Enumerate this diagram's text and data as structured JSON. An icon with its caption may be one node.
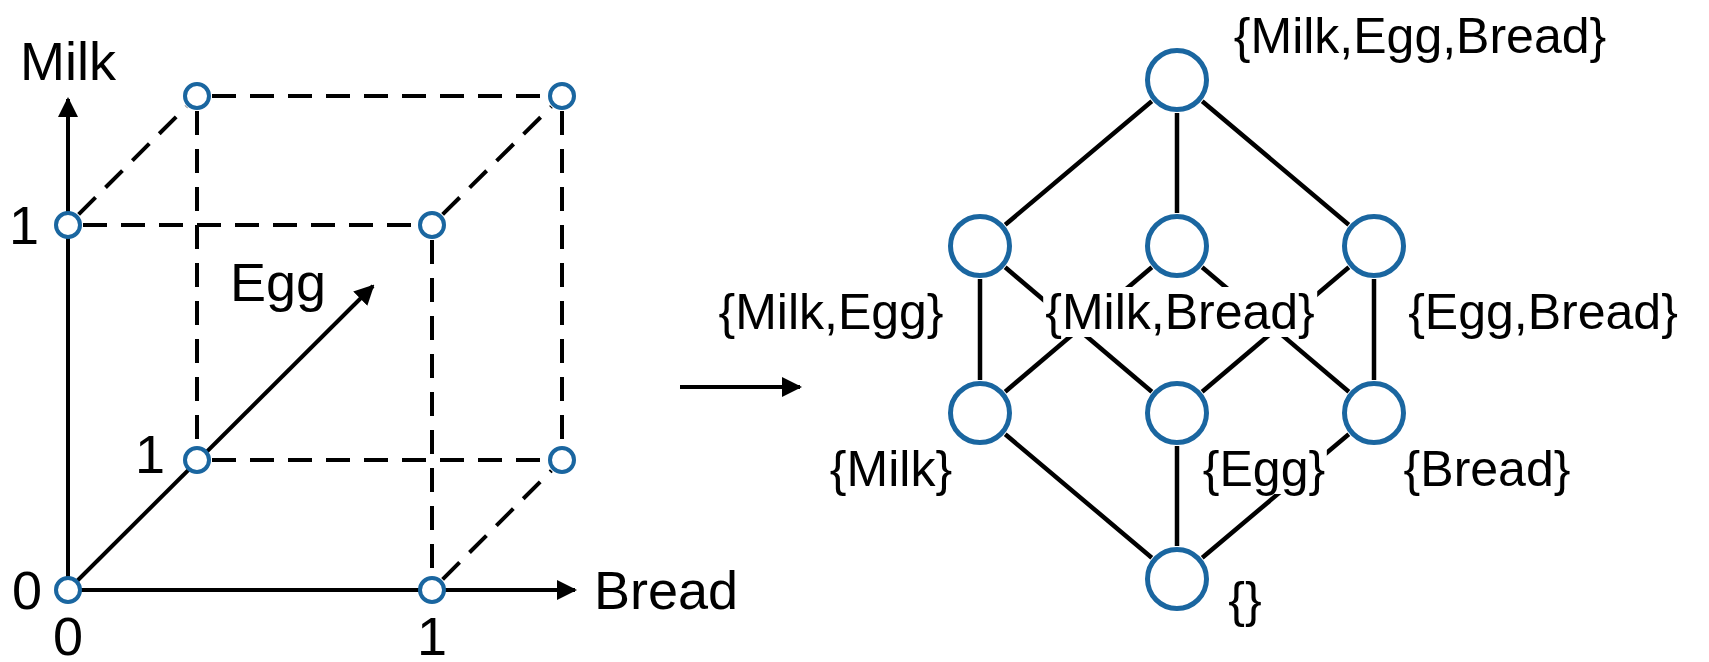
{
  "diagram": {
    "nodes": [
      {
        "text": [],
        "shape": "circle"
      },
      {
        "text": [],
        "shape": "circle"
      },
      {
        "text": [],
        "shape": "circle"
      },
      {
        "text": [],
        "shape": "circle"
      },
      {
        "text": [],
        "shape": "circle"
      },
      {
        "text": [],
        "shape": "circle"
      },
      {
        "text": [],
        "shape": "circle"
      },
      {
        "text": [],
        "shape": "circle"
      },
      {
        "text": [],
        "shape": "circle",
        "beside": [
          "{Milk,Egg,Bread}"
        ]
      },
      {
        "text": [],
        "shape": "circle",
        "beside": [
          "{Milk,Egg}"
        ]
      },
      {
        "text": [],
        "shape": "circle",
        "beside": [
          "{Milk,Bread}"
        ]
      },
      {
        "text": [],
        "shape": "circle",
        "beside": [
          "{Egg,Bread}"
        ]
      },
      {
        "text": [],
        "shape": "circle",
        "beside": [
          "{Milk}"
        ]
      },
      {
        "text": [],
        "shape": "circle",
        "beside": [
          "{Egg}"
        ]
      },
      {
        "text": [],
        "shape": "circle",
        "beside": [
          "{Bread}"
        ]
      },
      {
        "text": [],
        "shape": "circle",
        "beside": [
          "{}"
        ]
      }
    ],
    "edges": [
      {
        "from": 2,
        "to": 0,
        "arrow": "none",
        "style": "dashed"
      },
      {
        "from": 2,
        "to": 3,
        "arrow": "none",
        "style": "dashed"
      },
      {
        "from": 0,
        "to": 1,
        "arrow": "none",
        "style": "dashed"
      },
      {
        "from": 0,
        "to": 4,
        "arrow": "none",
        "style": "dashed"
      },
      {
        "from": 3,
        "to": 1,
        "arrow": "none",
        "style": "dashed"
      },
      {
        "from": 3,
        "to": 7,
        "arrow": "none",
        "style": "dashed"
      },
      {
        "from": 1,
        "to": 5,
        "arrow": "none",
        "style": "dashed"
      },
      {
        "from": 4,
        "to": 5,
        "arrow": "none",
        "style": "dashed"
      },
      {
        "from": 7,
        "to": 5,
        "arrow": "none",
        "style": "dashed"
      },
      {
        "from": 8,
        "to": 9,
        "arrow": "none"
      },
      {
        "from": 8,
        "to": 10,
        "arrow": "none"
      },
      {
        "from": 8,
        "to": 11,
        "arrow": "none"
      },
      {
        "from": 9,
        "to": 12,
        "arrow": "none"
      },
      {
        "from": 9,
        "to": 13,
        "arrow": "none"
      },
      {
        "from": 10,
        "to": 12,
        "arrow": "none"
      },
      {
        "from": 10,
        "to": 14,
        "arrow": "none"
      },
      {
        "from": 11,
        "to": 13,
        "arrow": "none"
      },
      {
        "from": 11,
        "to": 14,
        "arrow": "none"
      },
      {
        "from": 12,
        "to": 15,
        "arrow": "none"
      },
      {
        "from": 13,
        "to": 15,
        "arrow": "none"
      },
      {
        "from": 14,
        "to": 15,
        "arrow": "none"
      }
    ],
    "labels": [
      "Milk",
      "1",
      "Egg",
      "1",
      "0",
      "0",
      "1",
      "Bread"
    ]
  }
}
